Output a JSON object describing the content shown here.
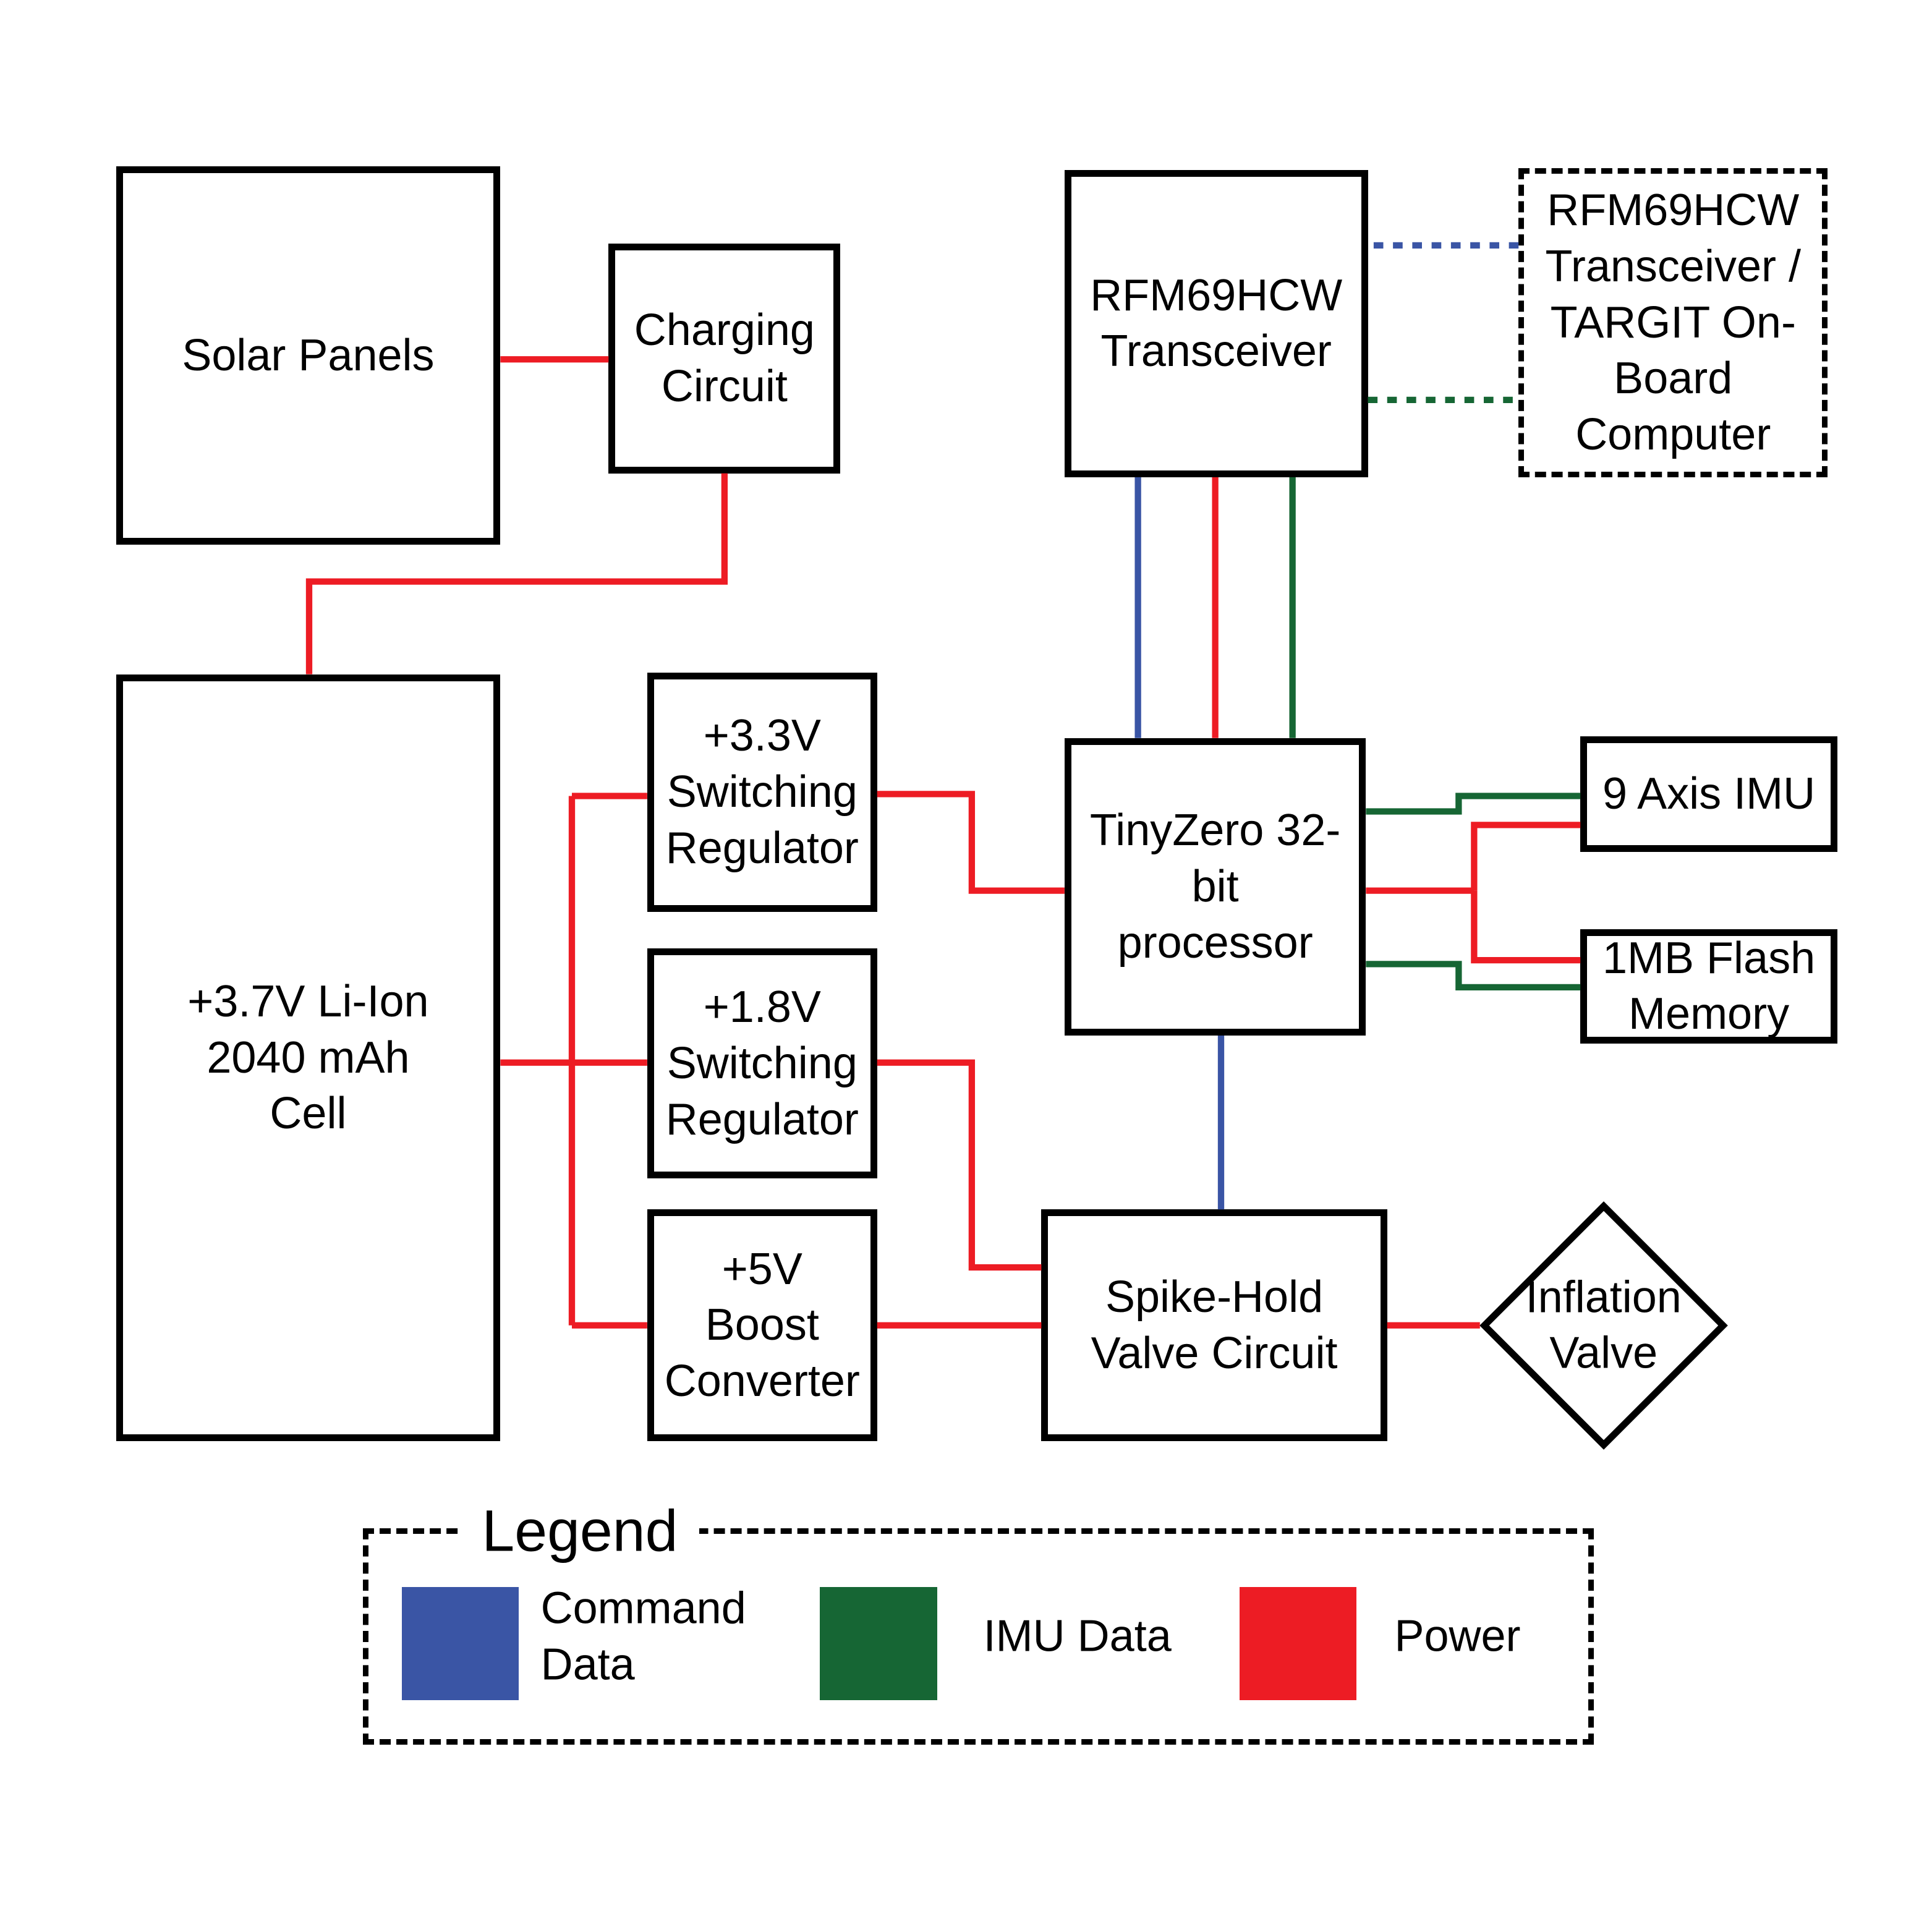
{
  "nodes": {
    "solar_panels": {
      "label": "Solar Panels"
    },
    "charging_circuit": {
      "label": "Charging\nCircuit"
    },
    "rfm_transceiver": {
      "label": "RFM69HCW\nTransceiver"
    },
    "onboard_computer": {
      "label": "RFM69HCW\nTransceiver /\nTARGIT On-\nBoard\nComputer"
    },
    "battery": {
      "label": "+3.7V Li-Ion\n2040 mAh\nCell"
    },
    "regulator_3v3": {
      "label": "+3.3V\nSwitching\nRegulator"
    },
    "regulator_1v8": {
      "label": "+1.8V\nSwitching\nRegulator"
    },
    "boost_5v": {
      "label": "+5V\nBoost\nConverter"
    },
    "tinyzero": {
      "label": "TinyZero 32-\nbit\nprocessor"
    },
    "imu": {
      "label": "9 Axis IMU"
    },
    "flash_memory": {
      "label": "1MB Flash\nMemory"
    },
    "spike_hold": {
      "label": "Spike-Hold\nValve Circuit"
    },
    "inflation_valve": {
      "label": "Inflation\nValve"
    }
  },
  "legend": {
    "title": "Legend",
    "items": [
      {
        "label": "Command\nData",
        "color": "#3A55A5"
      },
      {
        "label": "IMU Data",
        "color": "#166634"
      },
      {
        "label": "Power",
        "color": "#ED1C24"
      }
    ]
  },
  "colors": {
    "power": "#ED1C24",
    "command_data": "#3A55A5",
    "imu_data": "#166634",
    "outline": "#000000"
  }
}
